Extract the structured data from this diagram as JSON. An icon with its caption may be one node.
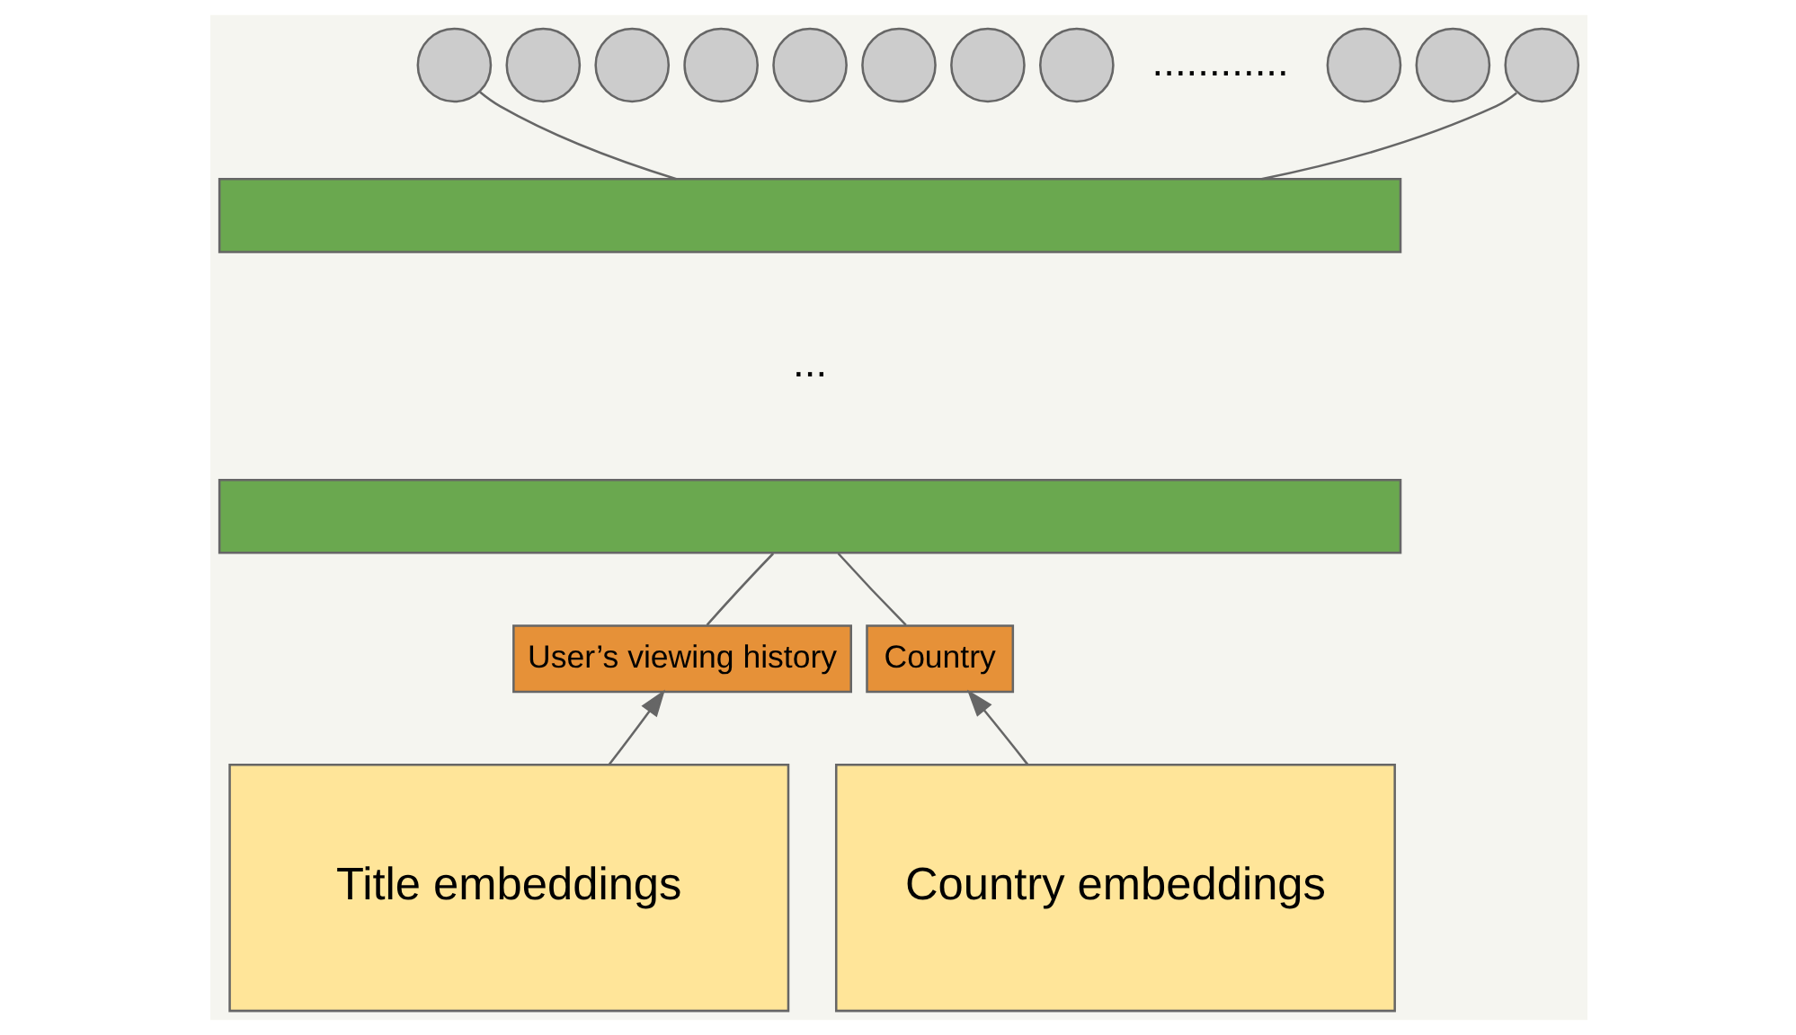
{
  "diagram": {
    "nodes": [
      {
        "text": [],
        "shape": "circle"
      },
      {
        "text": [],
        "shape": "circle"
      },
      {
        "text": [],
        "shape": "circle"
      },
      {
        "text": [],
        "shape": "circle"
      },
      {
        "text": [],
        "shape": "circle"
      },
      {
        "text": [],
        "shape": "circle"
      },
      {
        "text": [],
        "shape": "circle"
      },
      {
        "text": [],
        "shape": "circle"
      },
      {
        "text": [],
        "shape": "circle"
      },
      {
        "text": [],
        "shape": "circle"
      },
      {
        "text": [],
        "shape": "circle"
      },
      {
        "text": [],
        "shape": "bar"
      },
      {
        "text": [],
        "shape": "bar"
      },
      {
        "text": [
          "User’s viewing history"
        ]
      },
      {
        "text": [
          "Country"
        ]
      },
      {
        "text": [
          "Title embeddings"
        ]
      },
      {
        "text": [
          "Country embeddings"
        ]
      }
    ],
    "edges": [
      {
        "from": 0,
        "to": 11,
        "arrow": "none"
      },
      {
        "from": 10,
        "to": 11,
        "arrow": "none"
      },
      {
        "from": 12,
        "to": 13,
        "arrow": "none"
      },
      {
        "from": 12,
        "to": 14,
        "arrow": "none"
      },
      {
        "from": 15,
        "to": 13,
        "arrow": "to"
      },
      {
        "from": 16,
        "to": 14,
        "arrow": "to"
      }
    ],
    "labels": [
      "............",
      "..."
    ]
  }
}
